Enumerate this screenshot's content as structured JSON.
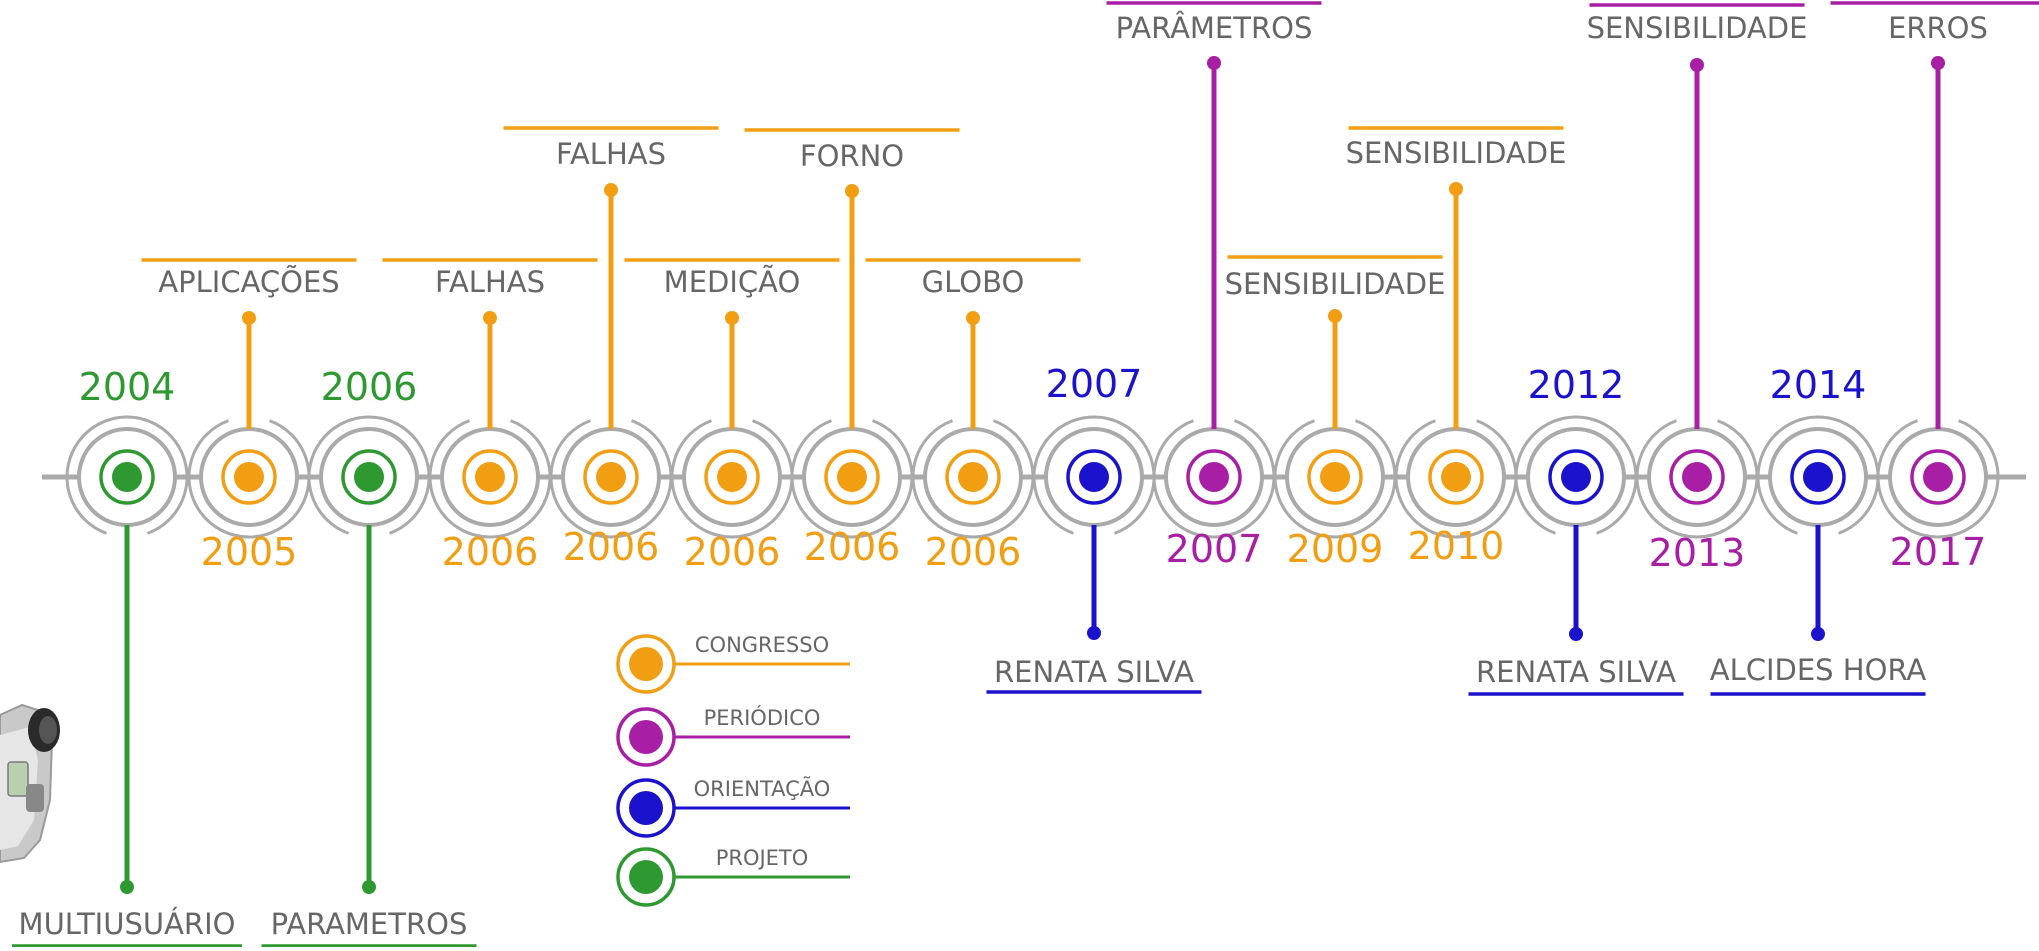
{
  "colors": {
    "congresso": "#F29E12",
    "periodico": "#A81FA6",
    "orientacao": "#1A12CC",
    "projeto": "#2E9930",
    "axis": "#AAAAAA",
    "text": "#666666"
  },
  "timeline": {
    "events": [
      {
        "year": "2004",
        "type": "projeto",
        "label": "MULTIUSUÁRIO"
      },
      {
        "year": "2005",
        "type": "congresso",
        "label": "APLICAÇÕES"
      },
      {
        "year": "2006",
        "type": "projeto",
        "label": "PARAMETROS"
      },
      {
        "year": "2006",
        "type": "congresso",
        "label": "FALHAS"
      },
      {
        "year": "2006",
        "type": "congresso",
        "label": "FALHAS"
      },
      {
        "year": "2006",
        "type": "congresso",
        "label": "MEDIÇÃO"
      },
      {
        "year": "2006",
        "type": "congresso",
        "label": "FORNO"
      },
      {
        "year": "2006",
        "type": "congresso",
        "label": "GLOBO"
      },
      {
        "year": "2007",
        "type": "orientacao",
        "label": "RENATA SILVA"
      },
      {
        "year": "2007",
        "type": "periodico",
        "label": "PARÂMETROS"
      },
      {
        "year": "2009",
        "type": "congresso",
        "label": "SENSIBILIDADE"
      },
      {
        "year": "2010",
        "type": "congresso",
        "label": "SENSIBILIDADE"
      },
      {
        "year": "2012",
        "type": "orientacao",
        "label": "RENATA SILVA"
      },
      {
        "year": "2013",
        "type": "periodico",
        "label": "SENSIBILIDADE"
      },
      {
        "year": "2014",
        "type": "orientacao",
        "label": "ALCIDES HORA"
      },
      {
        "year": "2017",
        "type": "periodico",
        "label": "ERROS"
      }
    ]
  },
  "legend": {
    "items": [
      {
        "type": "congresso",
        "label": "CONGRESSO"
      },
      {
        "type": "periodico",
        "label": "PERIÓDICO"
      },
      {
        "type": "orientacao",
        "label": "ORIENTAÇÃO"
      },
      {
        "type": "projeto",
        "label": "PROJETO"
      }
    ]
  },
  "decoration": {
    "camera_icon": "thermal-camera-icon"
  }
}
